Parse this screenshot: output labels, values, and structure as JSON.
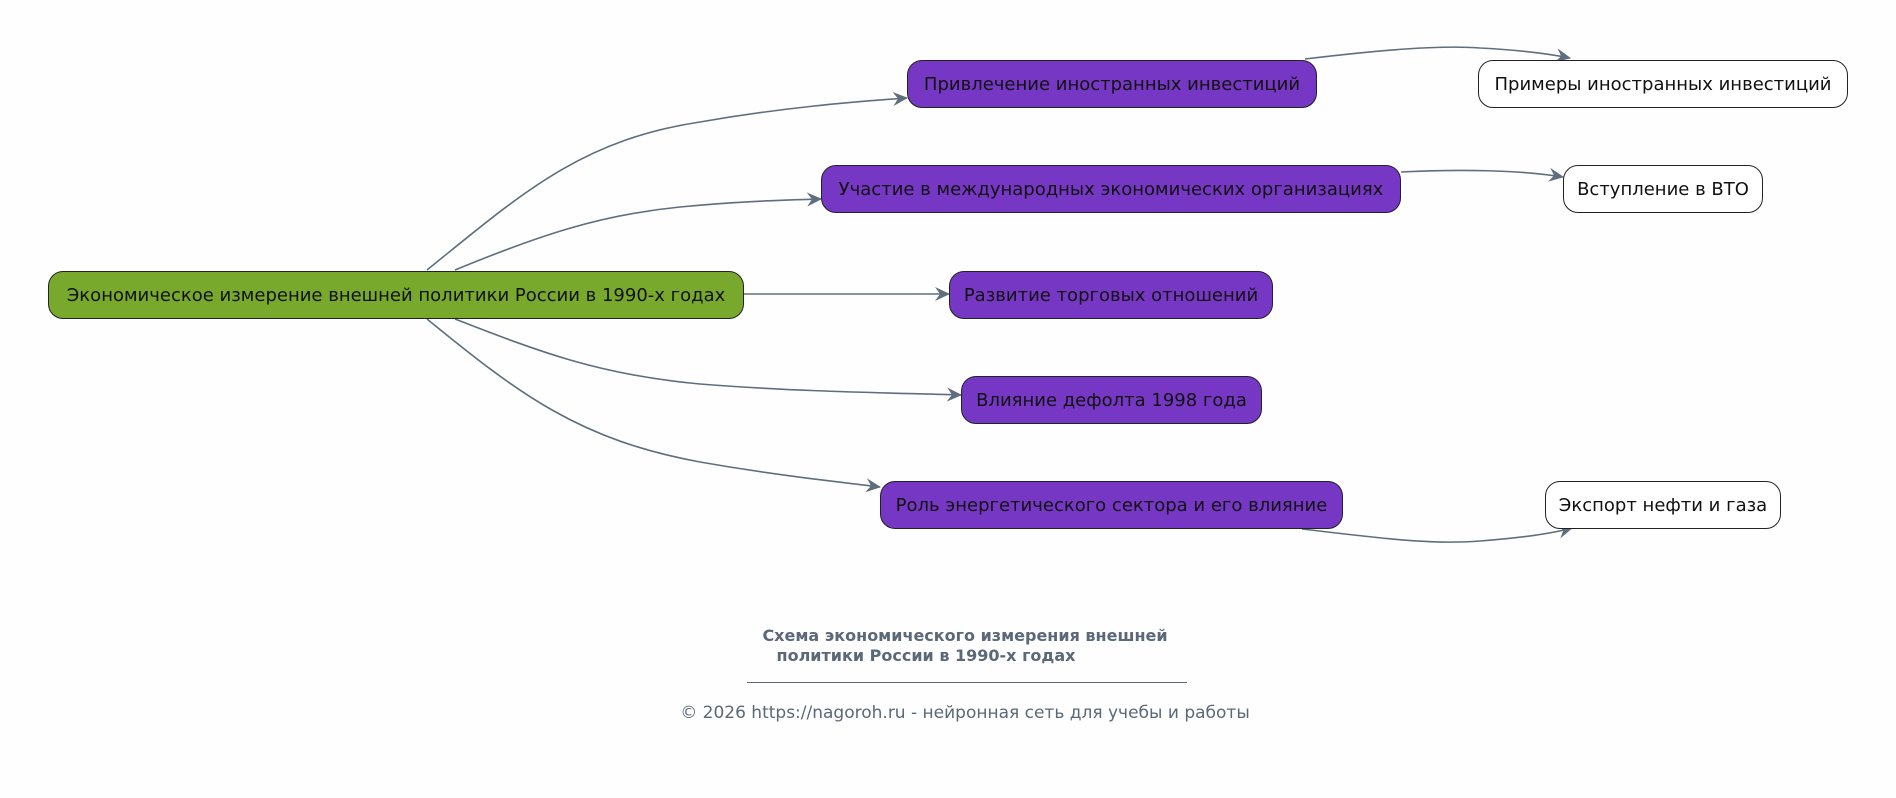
{
  "diagram": {
    "root": {
      "id": "root",
      "label": "Экономическое измерение внешней политики России в 1990-х годах",
      "color": "#79a92c"
    },
    "topics": [
      {
        "id": "t1",
        "label": "Привлечение иностранных инвестиций",
        "color": "#7637c4"
      },
      {
        "id": "t2",
        "label": "Участие в международных экономических организациях",
        "color": "#7637c4"
      },
      {
        "id": "t3",
        "label": "Развитие торговых отношений",
        "color": "#7637c4"
      },
      {
        "id": "t4",
        "label": "Влияние дефолта 1998 года",
        "color": "#7637c4"
      },
      {
        "id": "t5",
        "label": "Роль энергетического сектора и его влияние",
        "color": "#7637c4"
      }
    ],
    "leaves": [
      {
        "id": "l1",
        "parent": "t1",
        "label": "Примеры иностранных инвестиций",
        "color": "#ffffff"
      },
      {
        "id": "l2",
        "parent": "t2",
        "label": "Вступление в ВТО",
        "color": "#ffffff"
      },
      {
        "id": "l3",
        "parent": "t5",
        "label": "Экспорт нефти и газа",
        "color": "#ffffff"
      }
    ],
    "edges": [
      {
        "from": "root",
        "to": "t1"
      },
      {
        "from": "root",
        "to": "t2"
      },
      {
        "from": "root",
        "to": "t3"
      },
      {
        "from": "root",
        "to": "t4"
      },
      {
        "from": "root",
        "to": "t5"
      },
      {
        "from": "t1",
        "to": "l1"
      },
      {
        "from": "t2",
        "to": "l2"
      },
      {
        "from": "t5",
        "to": "l3"
      }
    ],
    "edge_color": "#5f6e7e"
  },
  "footer": {
    "title_line1": "Схема экономического измерения внешней",
    "title_line2": "политики России в 1990-х годах",
    "copyright": "© 2026 https://nagoroh.ru - нейронная сеть для учебы и работы"
  }
}
